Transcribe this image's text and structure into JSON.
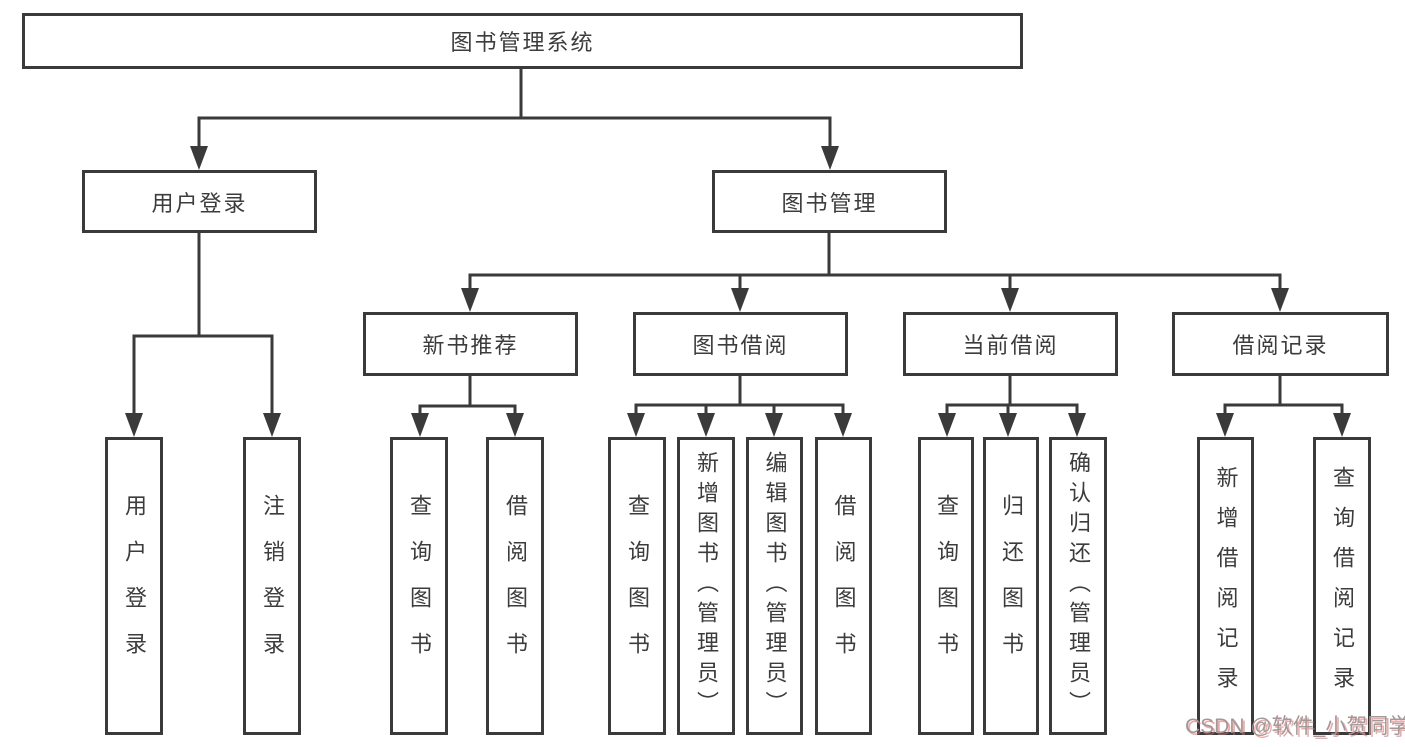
{
  "diagram_title": "图书管理系统",
  "colors": {
    "line": "#3a3a3a",
    "box_border": "#3a3a3a",
    "text": "#3c3c3c",
    "background": "#ffffff",
    "watermark": "#9b9b9b"
  },
  "root": {
    "label": "图书管理系统"
  },
  "level2": {
    "user_login": "用户登录",
    "book_mgmt": "图书管理"
  },
  "level3": {
    "new_books": "新书推荐",
    "book_borrow": "图书借阅",
    "current_borrow": "当前借阅",
    "borrow_records": "借阅记录"
  },
  "leaves": {
    "user_login": [
      "用户登录",
      "注销登录"
    ],
    "new_books": [
      "查询图书",
      "借阅图书"
    ],
    "book_borrow": [
      "查询图书",
      "新增图书（管理员）",
      "编辑图书（管理员）",
      "借阅图书"
    ],
    "current_borrow": [
      "查询图书",
      "归还图书",
      "确认归还（管理员）"
    ],
    "borrow_records": [
      "新增借阅记录",
      "查询借阅记录"
    ]
  },
  "watermark": "CSDN @软件_小贺同学"
}
